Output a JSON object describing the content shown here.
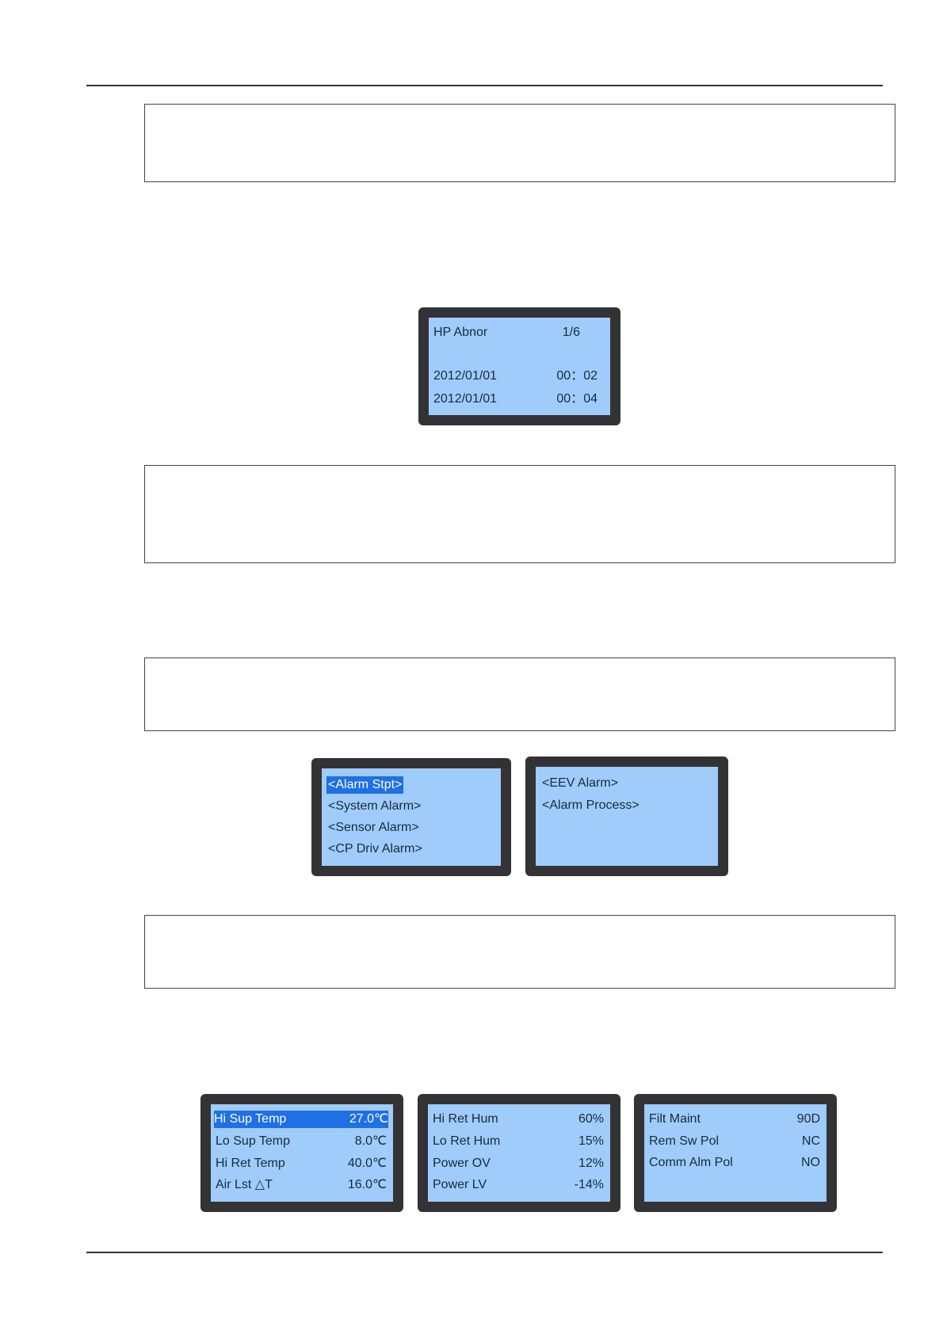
{
  "lcd_hp": {
    "title": "HP Abnor",
    "page": "1/6",
    "rows": [
      {
        "date": "2012/01/01",
        "time": "00：02"
      },
      {
        "date": "2012/01/01",
        "time": "00：04"
      }
    ]
  },
  "lcd_alarm_menu_1": {
    "items": [
      "<Alarm Stpt>",
      "<System Alarm>",
      "<Sensor Alarm>",
      "<CP Driv Alarm>"
    ],
    "selected_index": 0
  },
  "lcd_alarm_menu_2": {
    "items": [
      "<EEV Alarm>",
      "<Alarm Process>"
    ]
  },
  "lcd_stpt_1": {
    "rows": [
      {
        "label": "Hi Sup Temp",
        "value": "27.0℃"
      },
      {
        "label": "Lo Sup Temp",
        "value": "8.0℃"
      },
      {
        "label": "Hi Ret Temp",
        "value": "40.0℃"
      },
      {
        "label": "Air Lst △T",
        "value": "16.0℃"
      }
    ],
    "selected_index": 0
  },
  "lcd_stpt_2": {
    "rows": [
      {
        "label": "Hi Ret Hum",
        "value": "60%"
      },
      {
        "label": "Lo Ret Hum",
        "value": "15%"
      },
      {
        "label": "Power OV",
        "value": "12%"
      },
      {
        "label": "Power LV",
        "value": "-14%"
      }
    ]
  },
  "lcd_stpt_3": {
    "rows": [
      {
        "label": "Filt Maint",
        "value": "90D"
      },
      {
        "label": "Rem Sw Pol",
        "value": "NC"
      },
      {
        "label": "Comm Alm Pol",
        "value": "NO"
      }
    ]
  },
  "colors": {
    "lcd_bg": "#9fccfb",
    "lcd_frame": "#333335",
    "highlight": "#1f6fe5"
  }
}
